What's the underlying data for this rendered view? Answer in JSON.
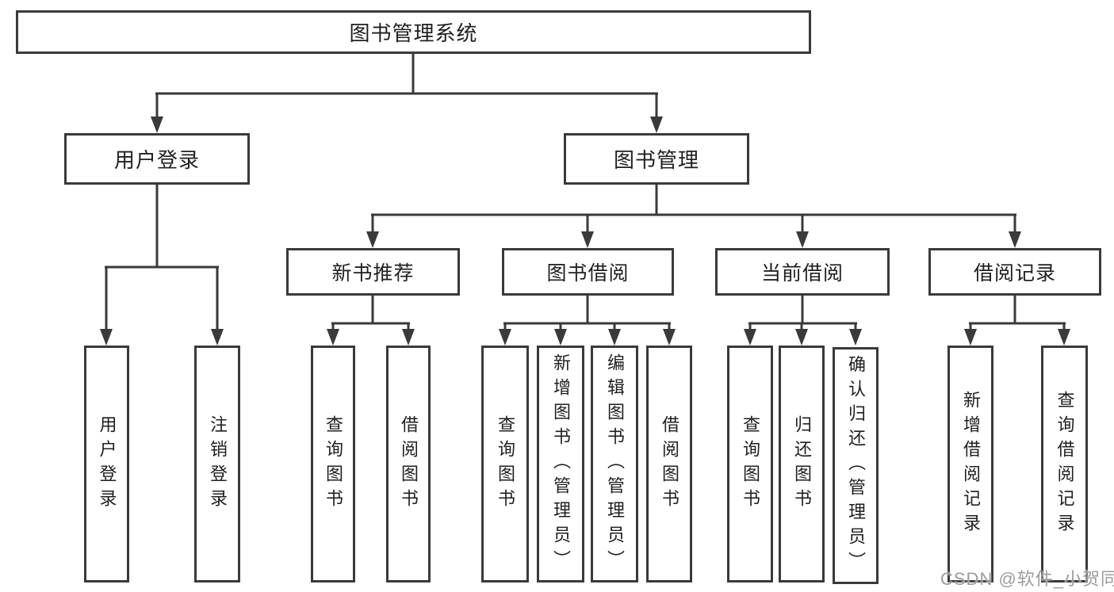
{
  "diagram": {
    "title": "图书管理系统",
    "nodes": {
      "root": "图书管理系统",
      "user_login": "用户登录",
      "book_mgmt": "图书管理",
      "new_book_rec": "新书推荐",
      "book_borrow": "图书借阅",
      "current_borrow": "当前借阅",
      "borrow_records": "借阅记录",
      "leaf_user_login": "用户登录",
      "leaf_user_logout": "注销登录",
      "leaf_rec_query": "查询图书",
      "leaf_rec_borrow": "借阅图书",
      "leaf_bor_query": "查询图书",
      "leaf_bor_add": "新增图书（管理员）",
      "leaf_bor_edit": "编辑图书（管理员）",
      "leaf_bor_borrow": "借阅图书",
      "leaf_cur_query": "查询图书",
      "leaf_cur_return": "归还图书",
      "leaf_cur_confirm": "确认归还（管理员）",
      "leaf_log_add": "新增借阅记录",
      "leaf_log_query": "查询借阅记录"
    },
    "hierarchy": [
      {
        "parent": "图书管理系统",
        "children": [
          "用户登录",
          "图书管理"
        ]
      },
      {
        "parent": "用户登录",
        "children": [
          "用户登录",
          "注销登录"
        ]
      },
      {
        "parent": "图书管理",
        "children": [
          "新书推荐",
          "图书借阅",
          "当前借阅",
          "借阅记录"
        ]
      },
      {
        "parent": "新书推荐",
        "children": [
          "查询图书",
          "借阅图书"
        ]
      },
      {
        "parent": "图书借阅",
        "children": [
          "查询图书",
          "新增图书（管理员）",
          "编辑图书（管理员）",
          "借阅图书"
        ]
      },
      {
        "parent": "当前借阅",
        "children": [
          "查询图书",
          "归还图书",
          "确认归还（管理员）"
        ]
      },
      {
        "parent": "借阅记录",
        "children": [
          "新增借阅记录",
          "查询借阅记录"
        ]
      }
    ],
    "colors": {
      "line": "#3a3a3a",
      "box_border": "#3a3a3a",
      "box_background": "#ffffff",
      "text": "#1f1f1f",
      "watermark": "#9c9c9c"
    }
  },
  "watermark": "CSDN @软件_小贺同学"
}
